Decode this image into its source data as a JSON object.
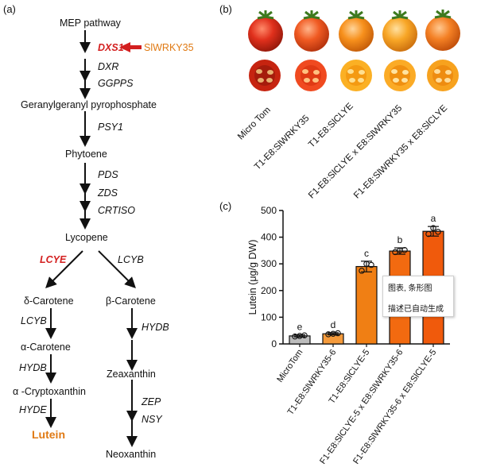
{
  "panel_a": {
    "label": "(a)",
    "mep": "MEP pathway",
    "dxs1": "DXS1",
    "slwrky": "SlWRKY35",
    "dxr": "DXR",
    "ggpps": "GGPPS",
    "ggpp": "Geranylgeranyl pyrophosphate",
    "psy1": "PSY1",
    "phytoene": "Phytoene",
    "pds": "PDS",
    "zds": "ZDS",
    "crtiso": "CRTISO",
    "lycopene": "Lycopene",
    "lcye": "LCYE",
    "lcyb_top": "LCYB",
    "delta_carotene": "δ-Carotene",
    "beta_carotene": "β-Carotene",
    "lcyb_left": "LCYB",
    "hydb_right": "HYDB",
    "alpha_carotene": "α-Carotene",
    "hydb_left": "HYDB",
    "zeaxanthin": "Zeaxanthin",
    "alpha_crypto": "α -Cryptoxanthin",
    "zep": "ZEP",
    "hyde": "HYDE",
    "nsy": "NSY",
    "lutein": "Lutein",
    "neoxanthin": "Neoxanthin"
  },
  "panel_b": {
    "label": "(b)",
    "samples": [
      "Micro Tom",
      "T1-E8:SlWRKY35",
      "T1-E8:SlCLYE",
      "F1-E8:SlCLYE x E8:SlWRKY35",
      "F1-E8:SlWRKY35 x E8:SlCLYE"
    ]
  },
  "panel_c": {
    "label": "(c)",
    "tooltip_line1": "图表, 条形图",
    "tooltip_line2": "描述已自动生成"
  },
  "chart_data": {
    "type": "bar",
    "categories": [
      "MicroTom",
      "T1-E8:SlWRKY35-6",
      "T1-E8:SlCLYE-5",
      "F1-E8:SlCLYE-5 x E8:SlWRKY35-6",
      "F1-E8:SlWRKY35-6 x E8:SlCLYE-5"
    ],
    "values": [
      30,
      38,
      290,
      348,
      422
    ],
    "errors": [
      4,
      4,
      20,
      12,
      18
    ],
    "replicates": [
      [
        28,
        30,
        32
      ],
      [
        36,
        38,
        40
      ],
      [
        274,
        300,
        296
      ],
      [
        344,
        350,
        352
      ],
      [
        412,
        434,
        420
      ]
    ],
    "letters": [
      "e",
      "d",
      "c",
      "b",
      "a"
    ],
    "colors": [
      "#bdbdbd",
      "#f59b3c",
      "#f07f14",
      "#f26a10",
      "#f05a0c"
    ],
    "ylabel": "Lutein (μg/g DW)",
    "ylim": [
      0,
      500
    ],
    "yticks": [
      0,
      100,
      200,
      300,
      400,
      500
    ]
  }
}
